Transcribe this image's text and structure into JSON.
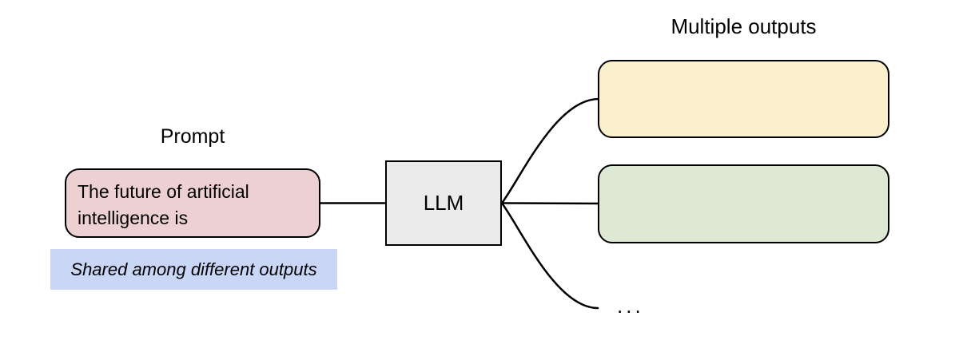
{
  "diagram": {
    "prompt": {
      "label": "Prompt",
      "box_text": "The future of artificial intelligence is",
      "note": "Shared among different outputs"
    },
    "llm": {
      "label": "LLM"
    },
    "outputs": {
      "label": "Multiple outputs",
      "ellipsis": "...",
      "boxes": [
        {
          "name": "output-box-1",
          "content": ""
        },
        {
          "name": "output-box-2",
          "content": ""
        }
      ]
    },
    "colors": {
      "background": "#ffffff",
      "prompt_fill": "#ecd0d2",
      "note_fill": "#c9d6f6",
      "llm_fill": "#ebebeb",
      "output1_fill": "#faf0ce",
      "output2_fill": "#dde9d5",
      "stroke": "#000000"
    }
  }
}
